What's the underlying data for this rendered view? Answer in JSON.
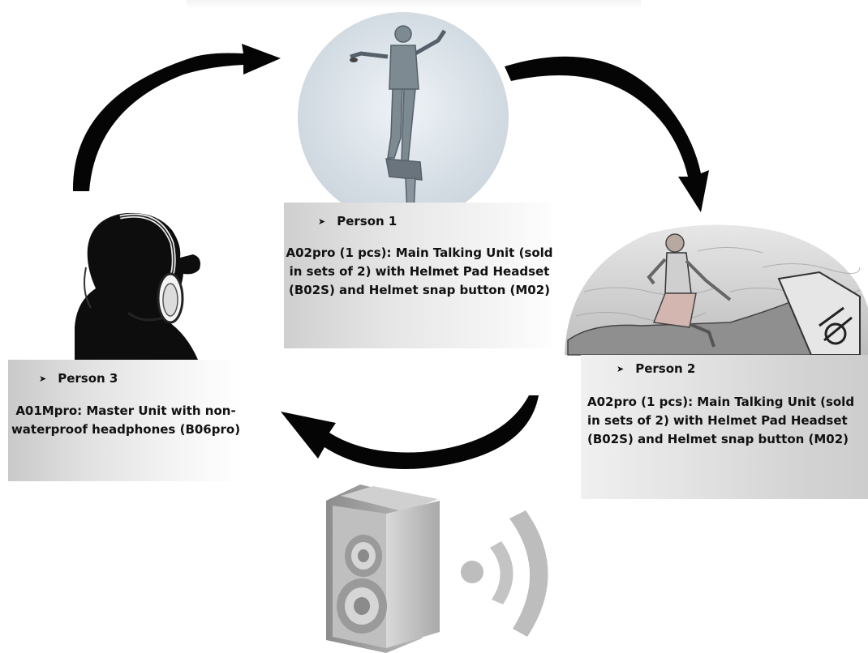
{
  "persons": [
    {
      "label": "Person 1",
      "description": "A02pro (1 pcs): Main Talking Unit (sold in sets of 2) with Helmet Pad Headset (B02S) and Helmet snap button (M02)"
    },
    {
      "label": "Person 2",
      "description": "A02pro (1 pcs): Main Talking Unit (sold in sets of 2) with Helmet Pad Headset (B02S) and Helmet snap button (M02)"
    },
    {
      "label": "Person 3",
      "description": "A01Mpro: Master Unit with non-waterproof headphones (B06pro)"
    }
  ],
  "icons": {
    "bullet": "arrow-bullet-icon",
    "flow": "curved-arrow-icon",
    "speaker": "speaker-icon"
  }
}
